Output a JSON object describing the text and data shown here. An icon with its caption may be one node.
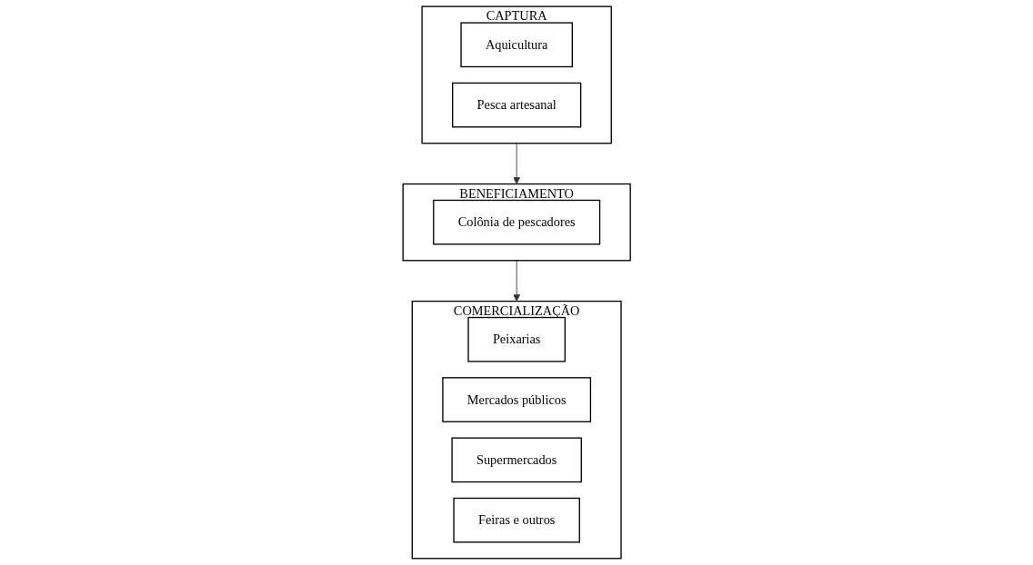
{
  "diagram": {
    "nodes": [
      {
        "text": [
          "CAPTURA"
        ]
      },
      {
        "text": [
          "Aquicultura"
        ],
        "in": 0
      },
      {
        "text": [
          "Pesca artesanal"
        ],
        "in": 0
      },
      {
        "text": [
          "BENEFICIAMENTO"
        ]
      },
      {
        "text": [
          "Colônia de pescadores"
        ],
        "in": 3
      },
      {
        "text": [
          "COMERCIALIZAÇÃO"
        ]
      },
      {
        "text": [
          "Peixarias"
        ],
        "in": 5
      },
      {
        "text": [
          "Mercados públicos"
        ],
        "in": 5
      },
      {
        "text": [
          "Supermercados"
        ],
        "in": 5
      },
      {
        "text": [
          "Feiras e outros"
        ],
        "in": 5
      }
    ],
    "edges": [
      {
        "from": 0,
        "to": 3,
        "arrow": "to"
      },
      {
        "from": 3,
        "to": 5,
        "arrow": "to"
      }
    ]
  }
}
